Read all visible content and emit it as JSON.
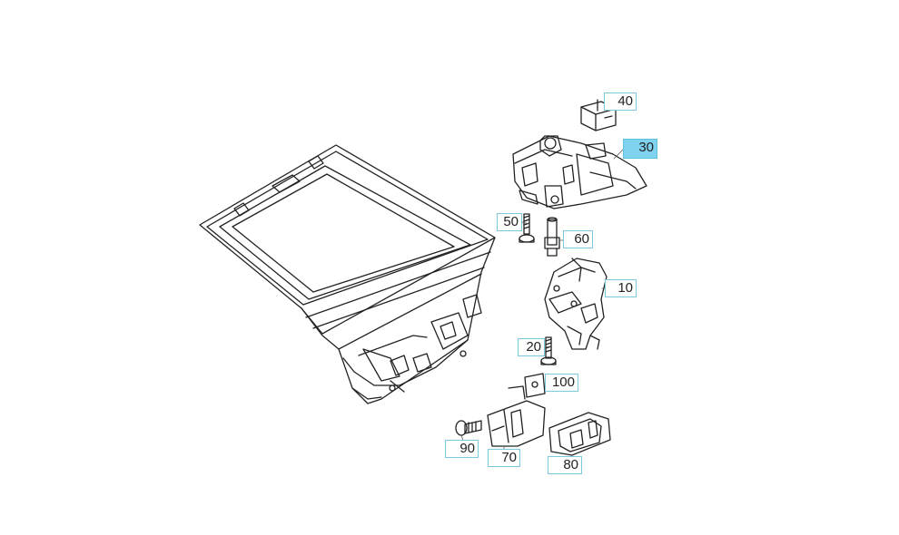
{
  "diagram": {
    "parts": [
      {
        "id": "p10",
        "label": "10"
      },
      {
        "id": "p20",
        "label": "20"
      },
      {
        "id": "p30",
        "label": "30",
        "highlighted": true
      },
      {
        "id": "p40",
        "label": "40"
      },
      {
        "id": "p50",
        "label": "50"
      },
      {
        "id": "p60",
        "label": "60"
      },
      {
        "id": "p70",
        "label": "70"
      },
      {
        "id": "p80",
        "label": "80"
      },
      {
        "id": "p90",
        "label": "90"
      },
      {
        "id": "p100",
        "label": "100"
      }
    ],
    "colors": {
      "line": "#222222",
      "callout_border": "#7cc9df",
      "highlight": "#7fd3ef"
    }
  }
}
